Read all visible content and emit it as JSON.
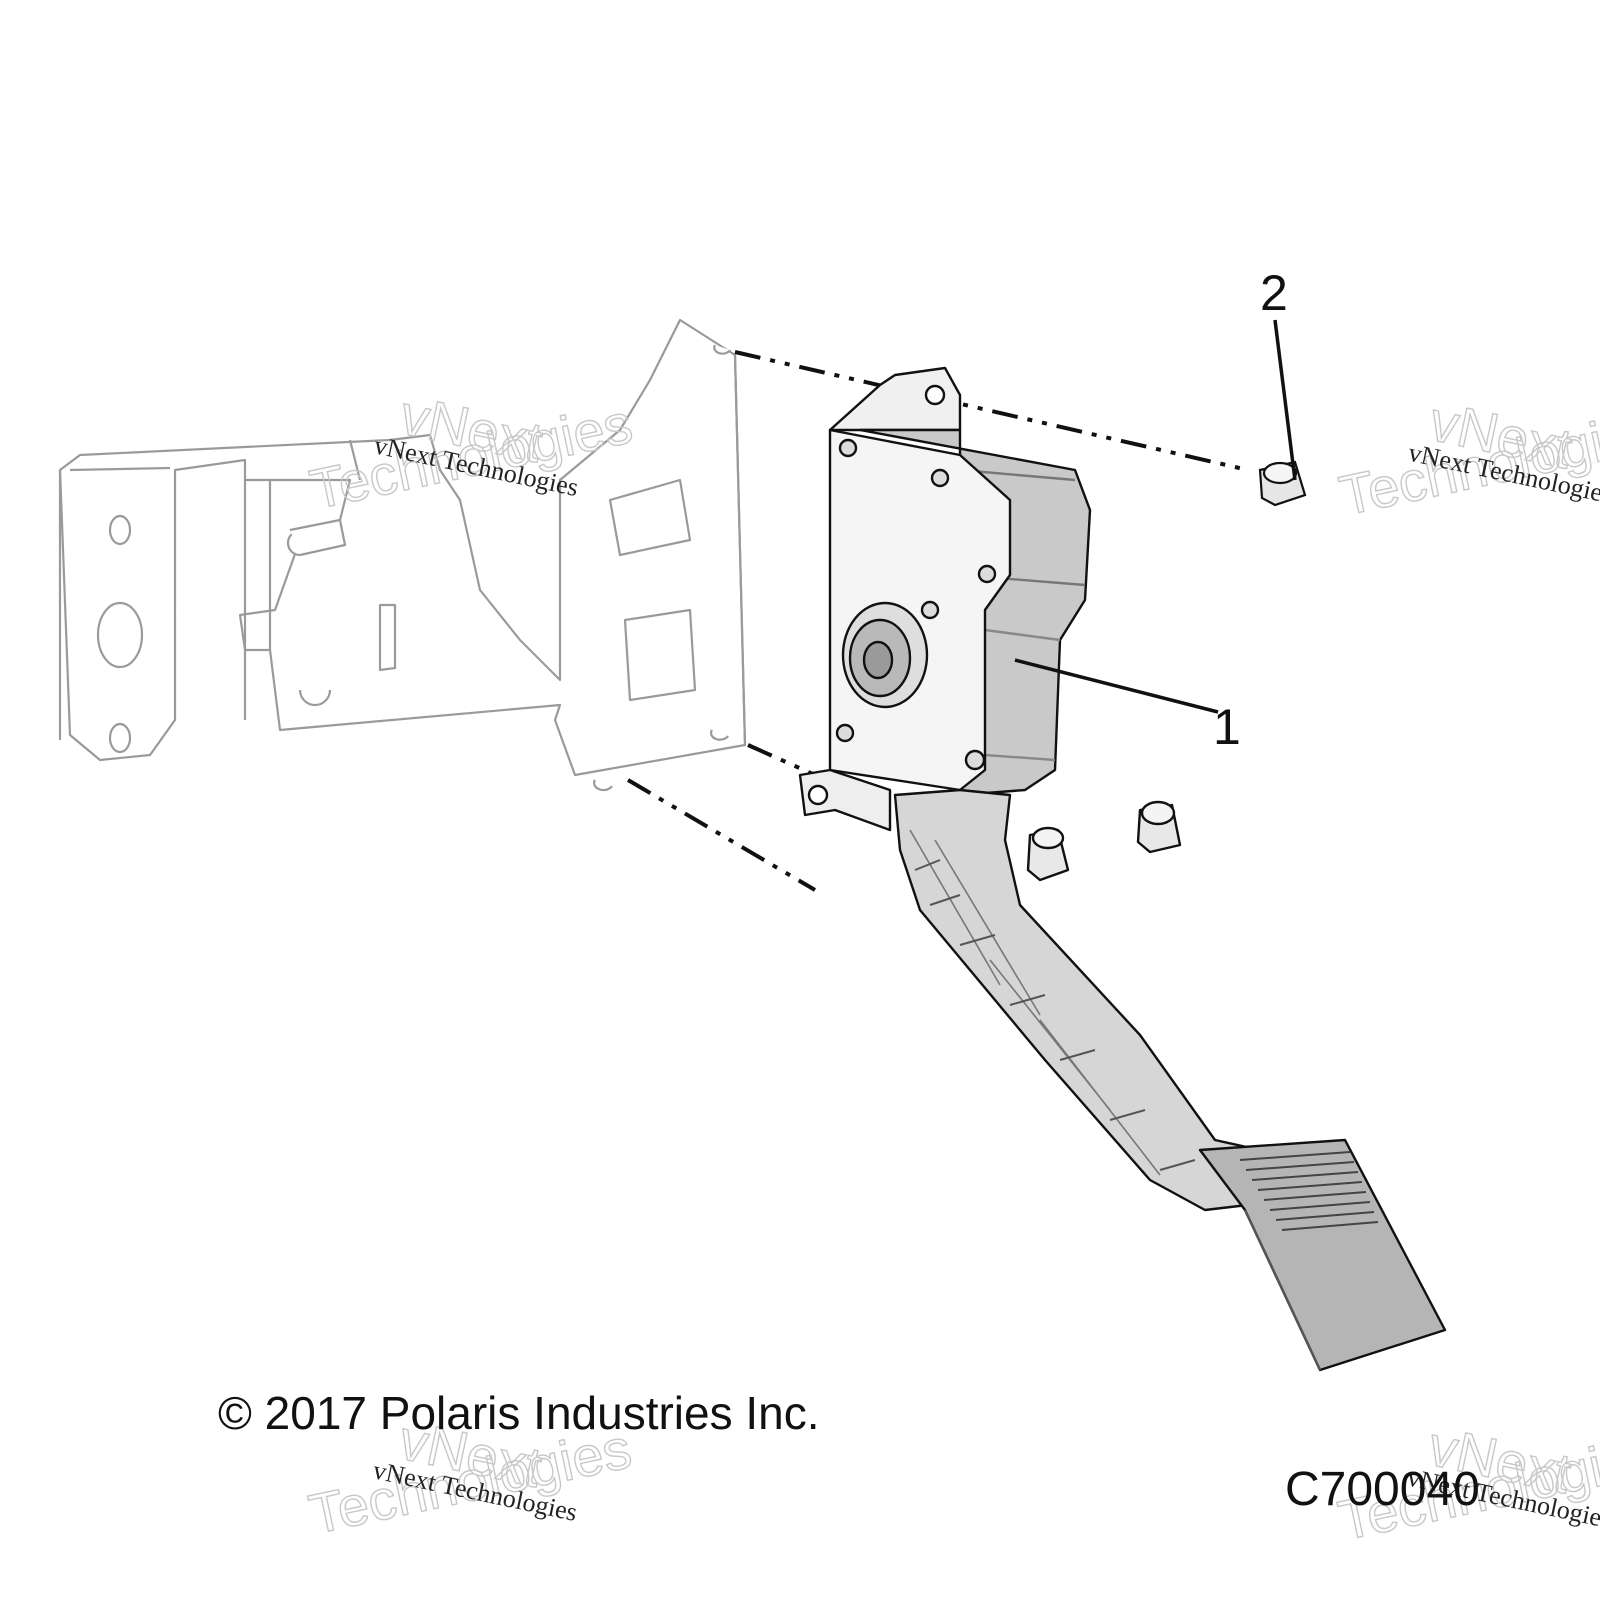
{
  "diagram": {
    "callouts": [
      {
        "id": "1",
        "label": "1"
      },
      {
        "id": "2",
        "label": "2"
      }
    ],
    "copyright": "© 2017 Polaris Industries Inc.",
    "figure_code": "C700040"
  },
  "watermark": {
    "line1": "vNext Technologies",
    "big_top": "vNext",
    "big_bottom": "Technologies"
  },
  "colors": {
    "line": "#111111",
    "ghost_line": "#9a9a9a",
    "shade_light": "#e6e6e6",
    "shade_mid": "#bdbdbd",
    "shade_dark": "#8c8c8c"
  }
}
